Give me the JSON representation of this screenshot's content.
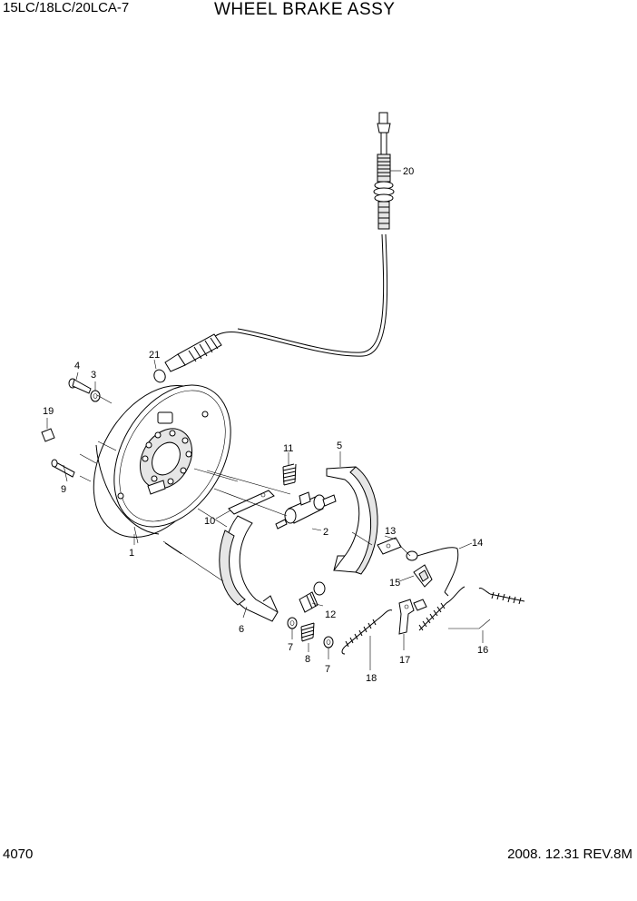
{
  "header": {
    "model": "15LC/18LC/20LCA-7",
    "title": "WHEEL BRAKE ASSY"
  },
  "footer": {
    "page": "4070",
    "revision": "2008. 12.31  REV.8M"
  },
  "callouts": [
    "1",
    "2",
    "3",
    "4",
    "5",
    "6",
    "7",
    "8",
    "7",
    "9",
    "10",
    "11",
    "12",
    "13",
    "14",
    "15",
    "16",
    "17",
    "18",
    "19",
    "20",
    "21"
  ]
}
